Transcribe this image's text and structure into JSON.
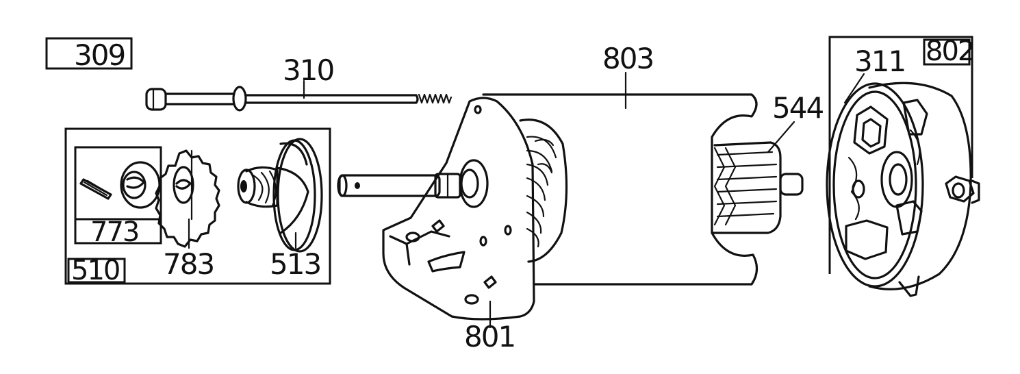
{
  "callouts": {
    "bolt_kit": "309",
    "through_bolt": "310",
    "brush_holder": "311",
    "drive_assembly_kit": "510",
    "drive_clutch": "513",
    "armature": "544",
    "roll_pin_retainer": "773",
    "drive_gear": "783",
    "drive_end_cap": "801",
    "commutator_end_cap_kit": "802",
    "housing": "803"
  }
}
